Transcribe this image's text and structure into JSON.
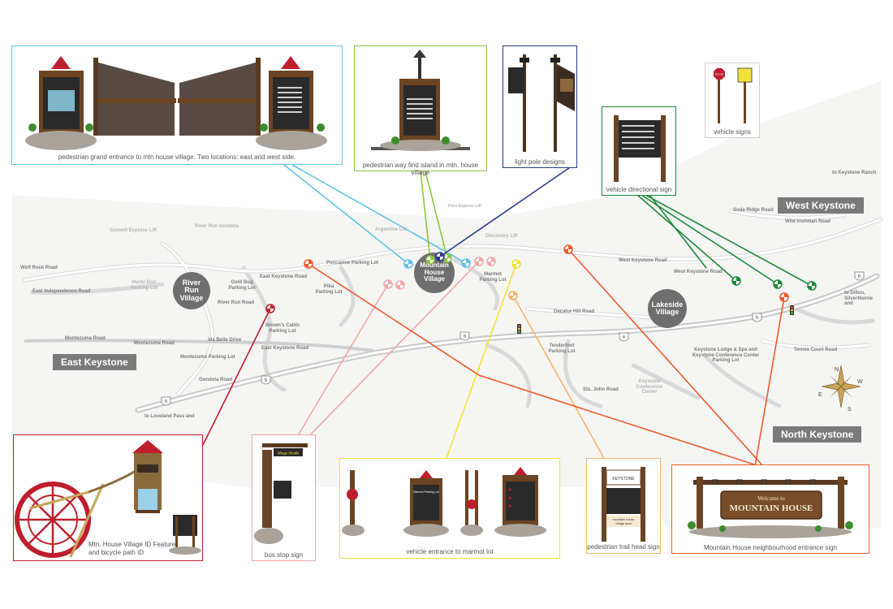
{
  "regions": {
    "east_keystone": "East Keystone",
    "west_keystone": "West Keystone",
    "north_keystone": "North Keystone"
  },
  "villages": {
    "river_run": "River Run Village",
    "mountain_house": "Mountain House Village",
    "lakeside": "Lakeside Village"
  },
  "lifts": {
    "summit_express": "Summit Express Lift",
    "river_run_gondola": "River Run Gondola",
    "argentine": "Argentine Lift",
    "peru_express": "Peru Express Lift",
    "discovery": "Discovery Lift"
  },
  "roads": {
    "wolf_rock": "Wolf Rock Road",
    "east_independence": "East Independence Road",
    "montezuma": "Montezuma Road",
    "montezuma_2": "Montezuma Road",
    "river_run": "River Run Road",
    "ida_belle": "Ida Belle Drive",
    "gondola": "Gondola Road",
    "east_keystone_1": "East Keystone Road",
    "east_keystone_2": "East Keystone Road",
    "west_keystone": "West Keystone Road",
    "west_keystone_2": "West Keystone Road",
    "soda_ridge": "Soda Ridge Road",
    "wild_irishman": "Wild Irishman Road",
    "decatur_hill": "Decatur Hill Road",
    "sts_john": "Sts. John Road",
    "tennis_court": "Tennis Court Road",
    "to_keystone_ranch": "to Keystone Ranch",
    "to_loveland": "to Loveland Pass and",
    "to_dillon": "to Dillon, Silverthorne and"
  },
  "lots": {
    "hunki_dori": "Hunki Dori Parking Lot",
    "gold_bug": "Gold Bug Parking Lot",
    "porcupine": "Porcupine Parking Lot",
    "pika": "Pika Parking Lot",
    "browns_cabin": "Brown's Cabin Parking Lot",
    "montezuma": "Montezuma Parking Lot",
    "marmot": "Marmot Parking Lot",
    "tenderfoot": "Tenderfoot Parking Lot",
    "keystone_lodge": "Keystone Lodge & Spa and Keystone Conference Center Parking Lot",
    "conference_center": "Keystone Conference Center"
  },
  "highway": {
    "shield": "6"
  },
  "compass": {
    "n": "N",
    "s": "S",
    "e": "E",
    "w": "W"
  },
  "panels": {
    "grand_entrance": "pedestrian grand entrance to mtn house village. Two locations: east and west side.",
    "way_find": "pedestrian way find island in mtn. house village",
    "light_pole": "light pole designs",
    "vehicle_signs": "vehicle signs",
    "vehicle_directional": "vehicle directional sign",
    "village_id_1": "Mtn. House Village ID Feature",
    "village_id_2": "and bicycle path ID",
    "bus_stop": "bus stop sign",
    "vehicle_entrance": "vehicle entrance to marmot lot",
    "trail_head": "pedestrian trail head sign",
    "neighbourhood": "Mountain House neighbourhood entrance sign"
  },
  "sign_text": {
    "stop": "STOP",
    "village_shuttle": "Village Shuttle",
    "welcome": "Welcome to",
    "mountain_house": "MOUNTAIN HOUSE",
    "mountain_house_small": "mountain house",
    "village_area": "village area",
    "marmot": "Marmot Parking Lot",
    "keystone": "KEYSTONE"
  },
  "colors": {
    "cyan": "#5ec4e6",
    "green": "#8cc63f",
    "navy": "#2b3990",
    "darkgreen": "#1f8a3c",
    "red": "#be1e2d",
    "pink": "#f2a7a7",
    "yellow": "#f4e23c",
    "orange": "#f7b26a",
    "redorange": "#ee5a2b",
    "wood": "#6b4423",
    "board": "#2a2a2a",
    "stone": "#a9a39b"
  }
}
